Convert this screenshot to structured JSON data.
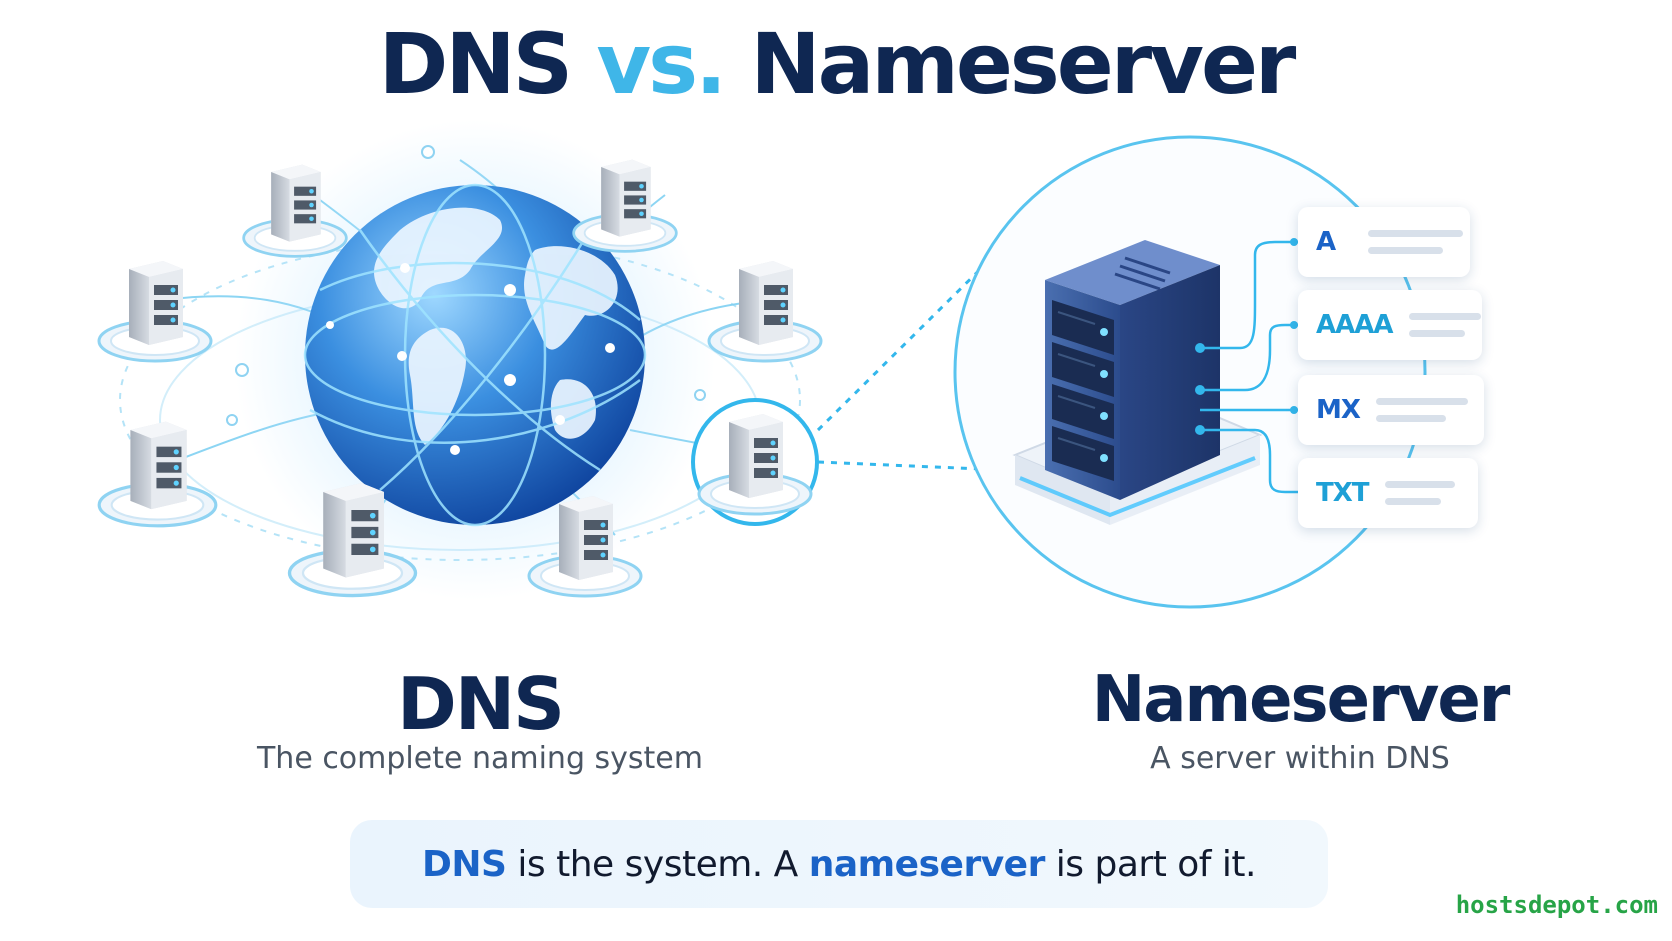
{
  "title": {
    "part1": "DNS",
    "vs": "vs.",
    "part2": "Nameserver"
  },
  "dns": {
    "label": "DNS",
    "subtitle": "The complete naming system"
  },
  "nameserver": {
    "label": "Nameserver",
    "subtitle": "A server within DNS"
  },
  "records": [
    {
      "type": "A",
      "color": "#1b63c7"
    },
    {
      "type": "AAAA",
      "color": "#1ea0d6"
    },
    {
      "type": "MX",
      "color": "#1b63c7"
    },
    {
      "type": "TXT",
      "color": "#1ea0d6"
    }
  ],
  "summary": {
    "dns": "DNS",
    "text1": " is the system. A ",
    "nameserver": "nameserver",
    "text2": " is part of it."
  },
  "brand": "hostsdepot.com",
  "colors": {
    "navy": "#0f2752",
    "accent": "#3fb6e8",
    "blue": "#1b63c7",
    "brand": "#27a447"
  }
}
